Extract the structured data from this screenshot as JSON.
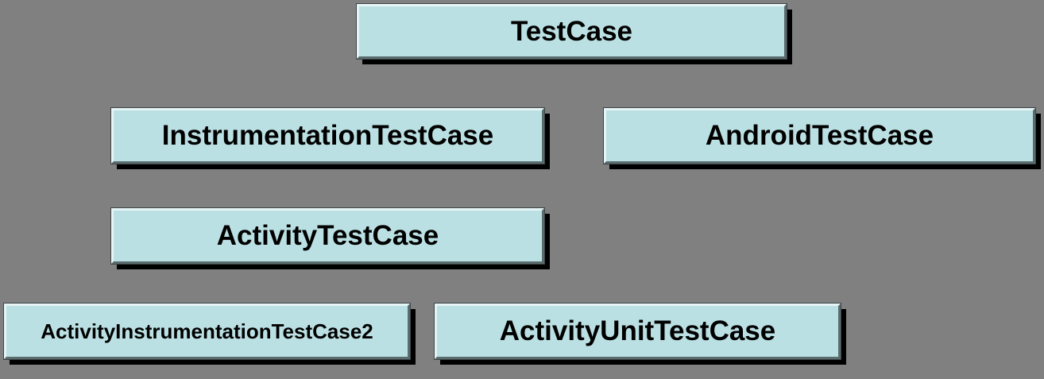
{
  "diagram": {
    "nodes": {
      "testcase": "TestCase",
      "instrumentation_test_case": "InstrumentationTestCase",
      "android_test_case": "AndroidTestCase",
      "activity_test_case": "ActivityTestCase",
      "activity_instrumentation_test_case2": "ActivityInstrumentationTestCase2",
      "activity_unit_test_case": "ActivityUnitTestCase"
    },
    "colors": {
      "background": "#808080",
      "box_fill": "#bbe0e3",
      "text": "#000000"
    }
  }
}
